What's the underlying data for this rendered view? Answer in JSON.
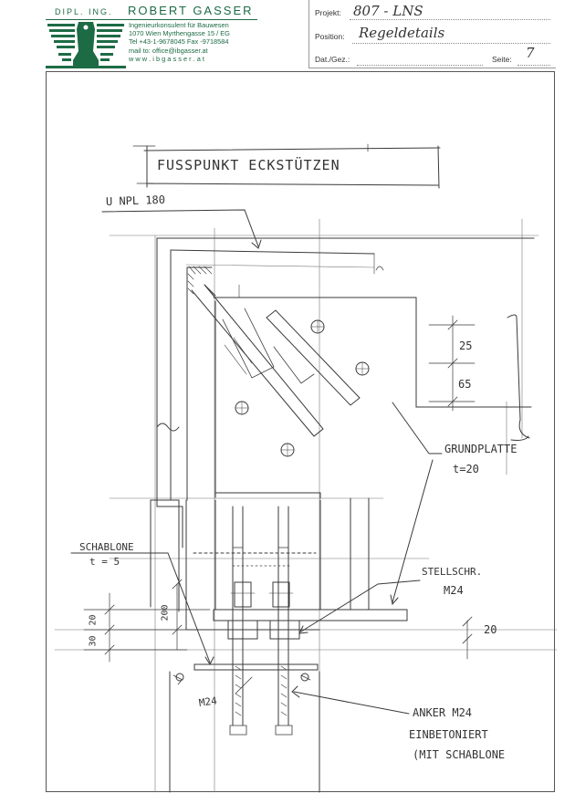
{
  "letterhead": {
    "prefix": "DIPL. ING.",
    "name": "ROBERT GASSER",
    "contact_lines": [
      "Ingenieurkonsulent für Bauwesen",
      "1070 Wien  Myrthengasse 15 / EG",
      "Tel +43-1-9678045  Fax -9718584",
      "mail to: office@ibgasser.at",
      "w w w . i b g a s s e r . a t"
    ],
    "logo_icon": "eagle-crest-icon",
    "brand_color": "#1d6b45"
  },
  "fields": {
    "projekt": {
      "label": "Projekt:",
      "value": "807 - LNS"
    },
    "position": {
      "label": "Position:",
      "value": "Regeldetails"
    },
    "datgez": {
      "label": "Dat./Gez.:",
      "value": ""
    },
    "seite": {
      "label": "Seite:",
      "value": "7"
    }
  },
  "sketch": {
    "title": "FUSSPUNKT  ECKSTÜTZEN",
    "labels": {
      "u_profile": "U NPL 180",
      "dim_25": "25",
      "dim_65": "65",
      "grundplatte": "GRUNDPLATTE",
      "thickness": "t=20",
      "schablone": "SCHABLONE",
      "schablone_t": "t = 5",
      "stellschr": "STELLSCHR.",
      "m24_a": "M24",
      "dim_20_a": "20",
      "dim_200": "200",
      "dim_30": "30",
      "dim_20_b": "20",
      "m24_b": "M24",
      "anker_1": "ANKER M24",
      "anker_2": "EINBETONIERT",
      "anker_3": "(MIT SCHABLONE"
    },
    "line_color": "#3a3a3a"
  }
}
